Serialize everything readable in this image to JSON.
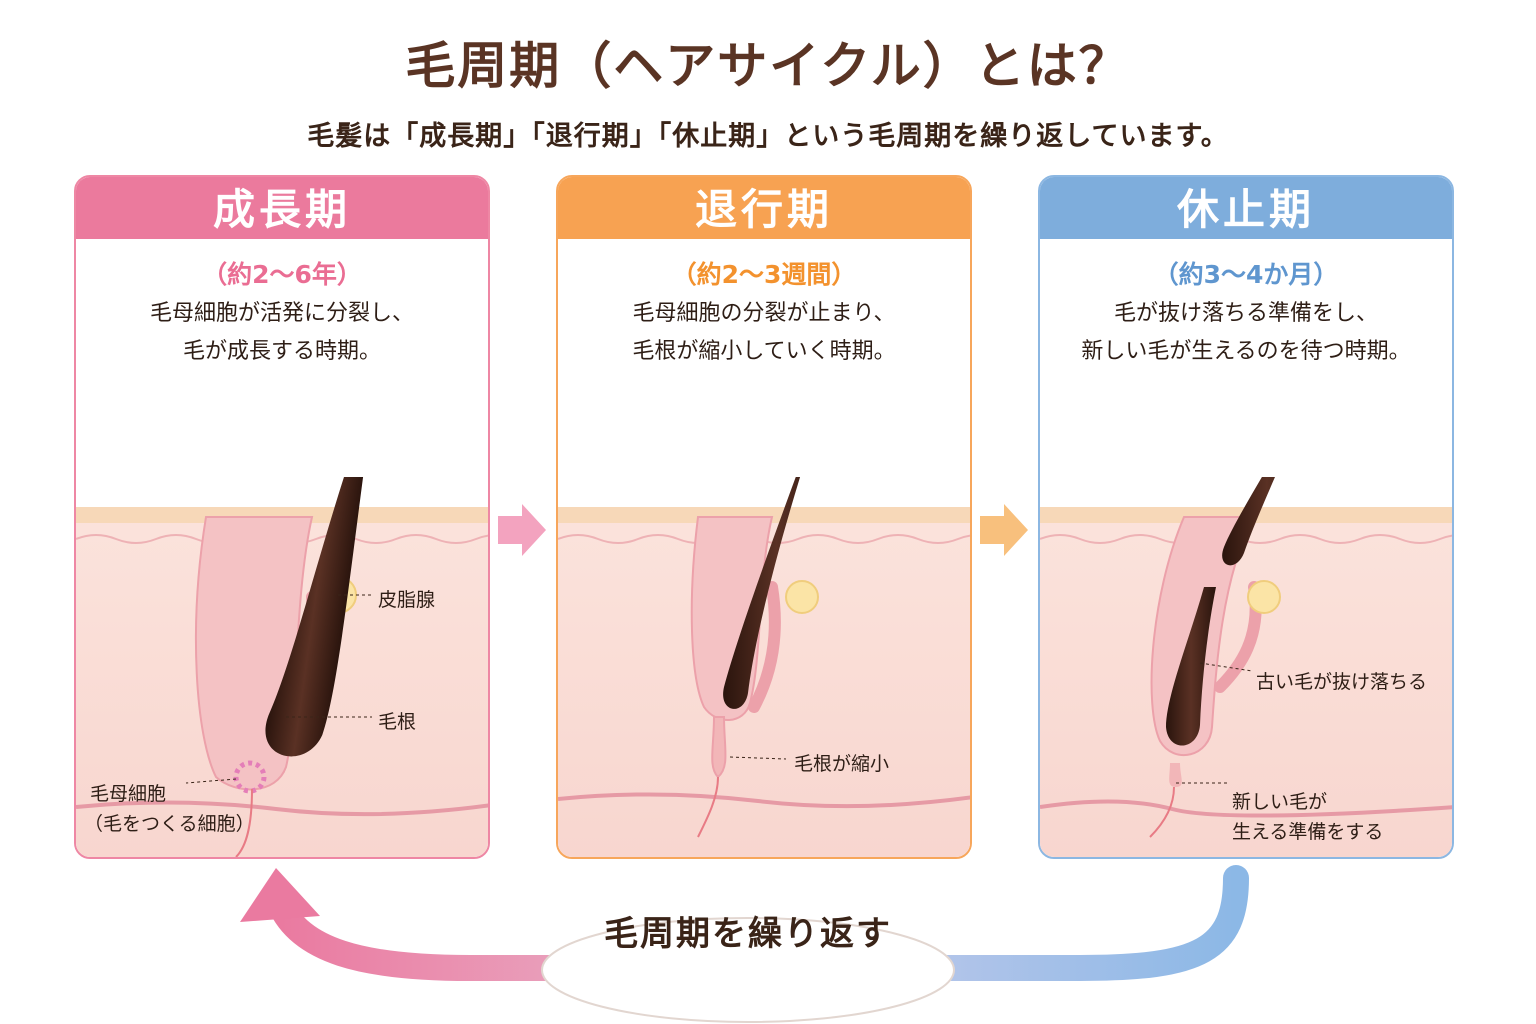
{
  "title": "毛周期（ヘアサイクル）とは？",
  "subtitle": "毛髪は「成長期」「退行期」「休止期」という毛周期を繰り返しています。",
  "colors": {
    "pink": "#eb7a9d",
    "orange": "#f7a252",
    "blue": "#7eaddc",
    "brown": "#5a3424"
  },
  "panels": [
    {
      "title": "成長期",
      "duration": "（約2〜6年）",
      "desc_line1": "毛母細胞が活発に分裂し、",
      "desc_line2": "毛が成長する時期。",
      "labels": {
        "sebaceous": "皮脂腺",
        "root": "毛根",
        "matrix_line1": "毛母細胞",
        "matrix_line2": "（毛をつくる細胞）"
      }
    },
    {
      "title": "退行期",
      "duration": "（約2〜3週間）",
      "desc_line1": "毛母細胞の分裂が止まり、",
      "desc_line2": "毛根が縮小していく時期。",
      "labels": {
        "root_shrinks": "毛根が縮小"
      }
    },
    {
      "title": "休止期",
      "duration": "（約3〜4か月）",
      "desc_line1": "毛が抜け落ちる準備をし、",
      "desc_line2": "新しい毛が生えるのを待つ時期。",
      "labels": {
        "old_hair": "古い毛が抜け落ちる",
        "new_hair_line1": "新しい毛が",
        "new_hair_line2": "生える準備をする"
      }
    }
  ],
  "cycle_label": "毛周期を繰り返す"
}
